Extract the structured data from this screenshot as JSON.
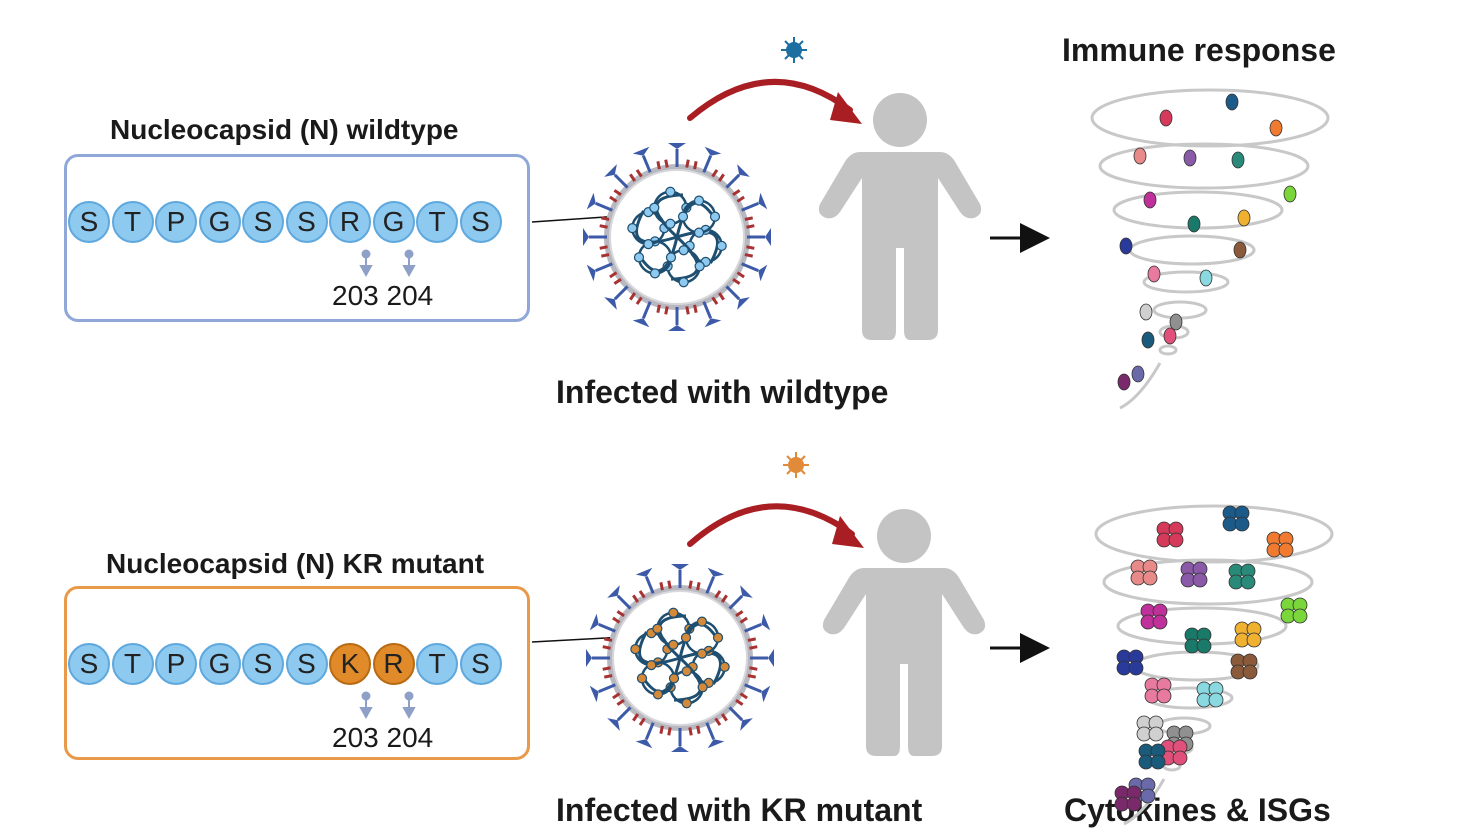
{
  "panels": [
    {
      "id": "wildtype",
      "sequence_title": "Nucleocapsid (N) wildtype",
      "residues": [
        "S",
        "T",
        "P",
        "G",
        "S",
        "S",
        "R",
        "G",
        "T",
        "S"
      ],
      "highlighted": [
        false,
        false,
        false,
        false,
        false,
        false,
        false,
        false,
        false,
        false
      ],
      "positions": "203 204",
      "caption": "Infected with wildtype",
      "right_title": "Immune response",
      "box_color": "#8fa8d8"
    },
    {
      "id": "kr-mutant",
      "sequence_title": "Nucleocapsid (N) KR mutant",
      "residues": [
        "S",
        "T",
        "P",
        "G",
        "S",
        "S",
        "K",
        "R",
        "T",
        "S"
      ],
      "highlighted": [
        false,
        false,
        false,
        false,
        false,
        false,
        true,
        true,
        false,
        false
      ],
      "positions": "203 204",
      "caption": "Infected with KR mutant",
      "right_title": "Cytokines & ISGs",
      "box_color": "#e89a4a"
    }
  ],
  "colors": {
    "residue_fill": "#8ec9ef",
    "residue_border": "#5ea8de",
    "mutant_fill": "#e08a2a",
    "mutant_border": "#b86a12",
    "arrow_red": "#a81e22",
    "person_gray": "#c4c4c4",
    "virus_wt_marker": "#1c6fa0",
    "virus_mut_marker": "#e08a3a"
  },
  "icons": {
    "virus": "virus-icon",
    "person": "person-icon",
    "tornado": "cytokine-tornado-icon"
  }
}
